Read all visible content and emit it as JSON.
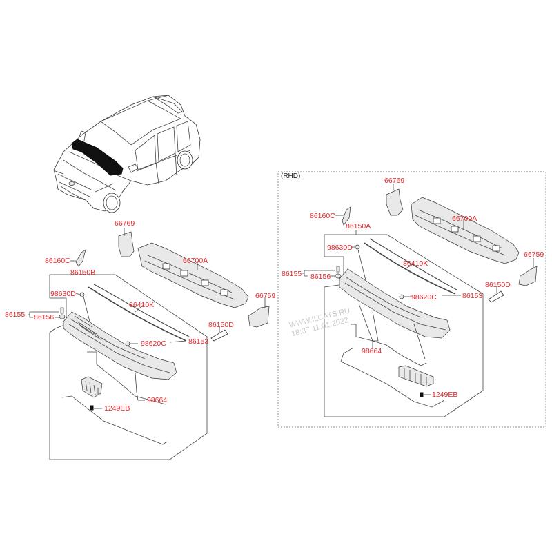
{
  "diagram": {
    "type": "exploded-parts-diagram",
    "subject": "Cowl panel & cowl top cover assembly",
    "accent_color": "#e8262b",
    "line_color": "#333333"
  },
  "lhd": {
    "labels": {
      "p66769": "66769",
      "p86160C": "86160C",
      "p66700A": "66700A",
      "p86150B": "86150B",
      "p98630D": "98630D",
      "p86410K": "86410K",
      "p66759": "66759",
      "p86155": "86155",
      "p86156": "86156",
      "p86150D": "86150D",
      "p98620C": "98620C",
      "p86153": "86153",
      "p98664": "98664",
      "p1249EB": "1249EB"
    }
  },
  "rhd": {
    "title": "(RHD)",
    "labels": {
      "p66769": "66769",
      "p86160C": "86160C",
      "p86150A": "86150A",
      "p66700A": "66700A",
      "p98630D": "98630D",
      "p86410K": "86410K",
      "p66759": "66759",
      "p86155": "86155",
      "p86156": "86156",
      "p98620C": "98620C",
      "p86153": "86153",
      "p86150D": "86150D",
      "p98664": "98664",
      "p1249EB": "1249EB"
    }
  },
  "watermark": {
    "line1": "WWW.ILCATS.RU",
    "line2": "18:37 11.01.2022"
  }
}
